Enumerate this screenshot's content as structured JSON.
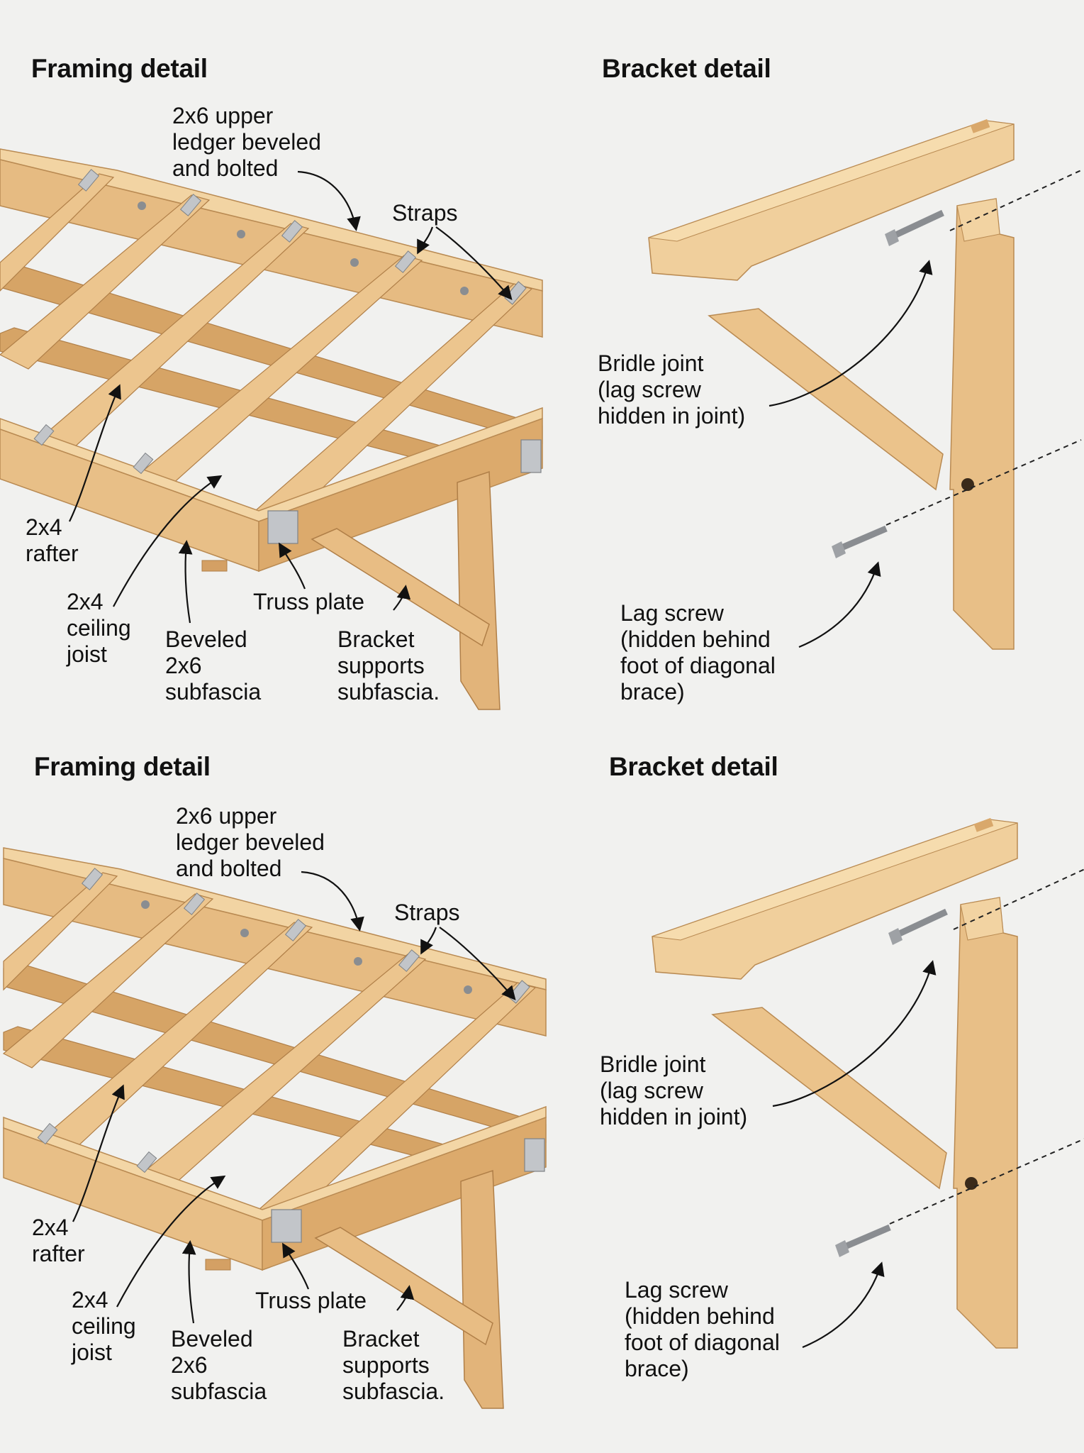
{
  "panels": [
    {
      "framing_title": "Framing detail",
      "bracket_title": "Bracket detail",
      "labels": {
        "upper_ledger": [
          "2x6 upper",
          "ledger beveled",
          "and bolted"
        ],
        "straps": [
          "Straps"
        ],
        "rafter": [
          "2x4",
          "rafter"
        ],
        "ceiling_joist": [
          "2x4",
          "ceiling",
          "joist"
        ],
        "subfascia": [
          "Beveled",
          "2x6",
          "subfascia"
        ],
        "truss_plate": [
          "Truss plate"
        ],
        "bracket_supports": [
          "Bracket",
          "supports",
          "subfascia."
        ],
        "bridle_joint": [
          "Bridle joint",
          "(lag screw",
          "hidden in joint)"
        ],
        "lag_screw": [
          "Lag screw",
          "(hidden behind",
          "foot of diagonal",
          "brace)"
        ]
      }
    },
    {
      "framing_title": "Framing detail",
      "bracket_title": "Bracket detail",
      "labels": {
        "upper_ledger": [
          "2x6 upper",
          "ledger beveled",
          "and bolted"
        ],
        "straps": [
          "Straps"
        ],
        "rafter": [
          "2x4",
          "rafter"
        ],
        "ceiling_joist": [
          "2x4",
          "ceiling",
          "joist"
        ],
        "subfascia": [
          "Beveled",
          "2x6",
          "subfascia"
        ],
        "truss_plate": [
          "Truss plate"
        ],
        "bracket_supports": [
          "Bracket",
          "supports",
          "subfascia."
        ],
        "bridle_joint": [
          "Bridle joint",
          "(lag screw",
          "hidden in joint)"
        ],
        "lag_screw": [
          "Lag screw",
          "(hidden behind",
          "foot of diagonal",
          "brace)"
        ]
      }
    }
  ],
  "colors": {
    "background": "#f1f1ef",
    "wood_light": "#f0cf9c",
    "wood_mid": "#e2b67c",
    "wood_dark": "#c99158",
    "metal": "#b9bcc0",
    "text": "#111111"
  }
}
